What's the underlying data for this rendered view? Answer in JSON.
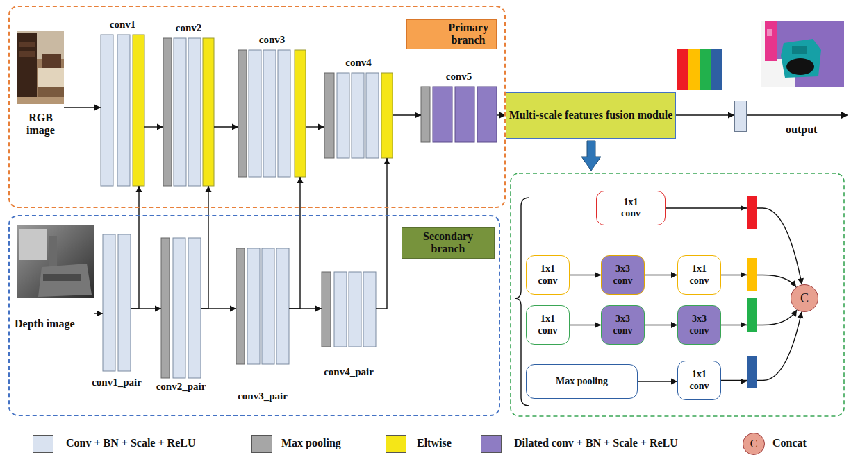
{
  "diagram": {
    "nodes": [
      {
        "text": [
          "Primary branch"
        ]
      },
      {
        "text": [
          "RGB image"
        ],
        "in": 0
      },
      {
        "text": [
          "conv1"
        ],
        "in": 0
      },
      {
        "text": [
          "conv2"
        ],
        "in": 0
      },
      {
        "text": [
          "conv3"
        ],
        "in": 0
      },
      {
        "text": [
          "conv4"
        ],
        "in": 0
      },
      {
        "text": [
          "conv5"
        ],
        "in": 0
      },
      {
        "text": [
          "Secondary branch"
        ]
      },
      {
        "text": [
          "Depth image"
        ],
        "in": 7
      },
      {
        "text": [
          "conv1_pair"
        ],
        "in": 7
      },
      {
        "text": [
          "conv2_pair"
        ],
        "in": 7
      },
      {
        "text": [
          "conv3_pair"
        ],
        "in": 7
      },
      {
        "text": [
          "conv4_pair"
        ],
        "in": 7
      },
      {
        "text": [
          "Multi-scale features fusion module"
        ]
      },
      {
        "text": [
          "output"
        ]
      },
      {
        "text": [
          "1x1 conv"
        ]
      },
      {
        "text": [
          "1x1 conv"
        ]
      },
      {
        "text": [
          "3x3 conv"
        ]
      },
      {
        "text": [
          "1x1 conv"
        ]
      },
      {
        "text": [
          "1x1 conv"
        ]
      },
      {
        "text": [
          "3x3 conv"
        ]
      },
      {
        "text": [
          "3x3 conv"
        ]
      },
      {
        "text": [
          "Max pooling"
        ]
      },
      {
        "text": [
          "1x1 conv"
        ]
      },
      {
        "text": [
          "C"
        ]
      }
    ],
    "edges": [
      {
        "from": 1,
        "to": 2,
        "arrow": "to"
      },
      {
        "from": 2,
        "to": 3,
        "arrow": "to"
      },
      {
        "from": 3,
        "to": 4,
        "arrow": "to"
      },
      {
        "from": 4,
        "to": 5,
        "arrow": "to"
      },
      {
        "from": 5,
        "to": 6,
        "arrow": "to"
      },
      {
        "from": 6,
        "to": 13,
        "arrow": "to"
      },
      {
        "from": 13,
        "to": 14,
        "arrow": "to"
      },
      {
        "from": 8,
        "to": 9,
        "arrow": "to"
      },
      {
        "from": 9,
        "to": 10,
        "arrow": "to"
      },
      {
        "from": 10,
        "to": 11,
        "arrow": "to"
      },
      {
        "from": 11,
        "to": 12,
        "arrow": "to"
      },
      {
        "from": 9,
        "to": 2,
        "arrow": "to"
      },
      {
        "from": 10,
        "to": 3,
        "arrow": "to"
      },
      {
        "from": 11,
        "to": 4,
        "arrow": "to"
      },
      {
        "from": 12,
        "to": 5,
        "arrow": "to"
      },
      {
        "from": 16,
        "to": 17,
        "arrow": "to"
      },
      {
        "from": 17,
        "to": 18,
        "arrow": "to"
      },
      {
        "from": 19,
        "to": 20,
        "arrow": "to"
      },
      {
        "from": 20,
        "to": 21,
        "arrow": "to"
      },
      {
        "from": 22,
        "to": 23,
        "arrow": "to"
      },
      {
        "from": 15,
        "to": 24,
        "arrow": "to"
      },
      {
        "from": 18,
        "to": 24,
        "arrow": "to"
      },
      {
        "from": 21,
        "to": 24,
        "arrow": "to"
      },
      {
        "from": 23,
        "to": 24,
        "arrow": "to"
      }
    ],
    "labels": [
      "C"
    ],
    "legend": [
      {
        "text": "Conv + BN + Scale + ReLU",
        "color": "#d9e2f0"
      },
      {
        "text": "Max pooling",
        "color": "#a6a6a6"
      },
      {
        "text": "Eltwise",
        "color": "#f5e617"
      },
      {
        "text": "Dilated conv + BN + Scale + ReLU",
        "color": "#8e7cc3"
      },
      {
        "text": "Concat"
      }
    ]
  }
}
